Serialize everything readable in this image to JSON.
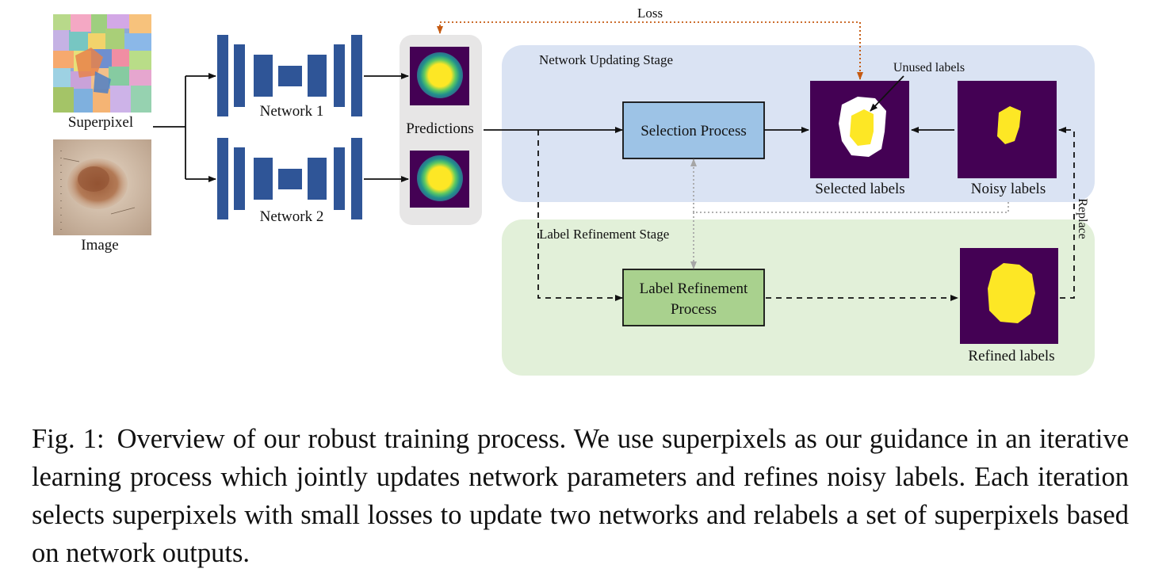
{
  "labels": {
    "superpixel": "Superpixel",
    "image": "Image",
    "network1": "Network 1",
    "network2": "Network 2",
    "predictions": "Predictions",
    "loss": "Loss",
    "network_updating_stage": "Network Updating Stage",
    "label_refinement_stage": "Label Refinement Stage",
    "selection_process": "Selection Process",
    "label_refinement_process_line1": "Label Refinement",
    "label_refinement_process_line2": "Process",
    "unused_labels": "Unused labels",
    "selected_labels": "Selected labels",
    "noisy_labels": "Noisy labels",
    "refined_labels": "Refined labels",
    "replace": "Replace"
  },
  "caption": {
    "label": "Fig. 1:",
    "text": "Overview of our robust training process. We use superpixels as our guidance in an iterative learning process which jointly updates network parameters and refines noisy labels. Each iteration selects superpixels with small losses to update two networks and relabels a set of superpixels based on network outputs."
  },
  "colors": {
    "network_blue": "#2f5597",
    "updating_stage_bg": "#dae3f3",
    "refinement_stage_bg": "#e2f0d9",
    "selection_box": "#9dc3e6",
    "refinement_box": "#a9d18e",
    "loss_arrow": "#c55a11",
    "mask_purple": "#440154",
    "mask_yellow": "#fde725",
    "predictions_panel": "#e7e6e6"
  }
}
